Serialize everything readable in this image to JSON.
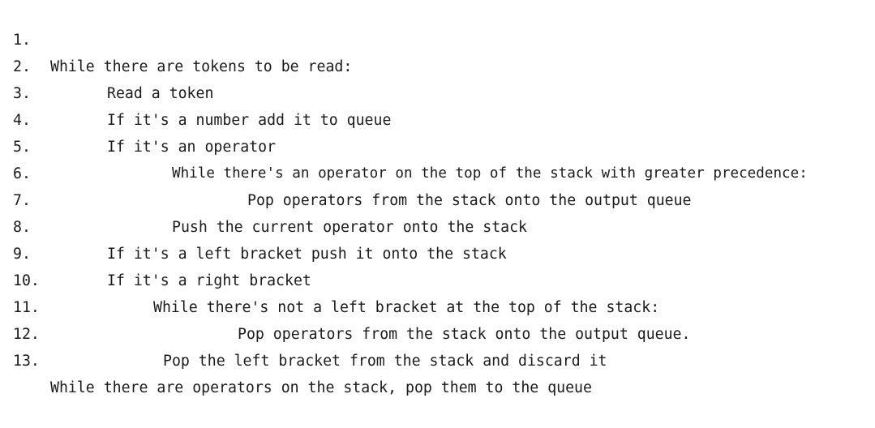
{
  "code": {
    "lines": [
      {
        "number": "1.",
        "text": "While there are tokens to be read:"
      },
      {
        "number": "2.",
        "text": "Read a token"
      },
      {
        "number": "3.",
        "text": "If it's a number add it to queue"
      },
      {
        "number": "4.",
        "text": "If it's an operator"
      },
      {
        "number": "5.",
        "text": "While there's an operator on the top of the stack with greater precedence:"
      },
      {
        "number": "6.",
        "text": "Pop operators from the stack onto the output queue"
      },
      {
        "number": "7.",
        "text": "Push the current operator onto the stack"
      },
      {
        "number": "8.",
        "text": "If it's a left bracket push it onto the stack"
      },
      {
        "number": "9.",
        "text": "If it's a right bracket"
      },
      {
        "number": "10.",
        "text": "While there's not a left bracket at the top of the stack:"
      },
      {
        "number": "11.",
        "text": "Pop operators from the stack onto the output queue."
      },
      {
        "number": "12.",
        "text": "Pop the left bracket from the stack and discard it"
      },
      {
        "number": "13.",
        "text": "While there are operators on the stack, pop them to the queue"
      }
    ]
  }
}
